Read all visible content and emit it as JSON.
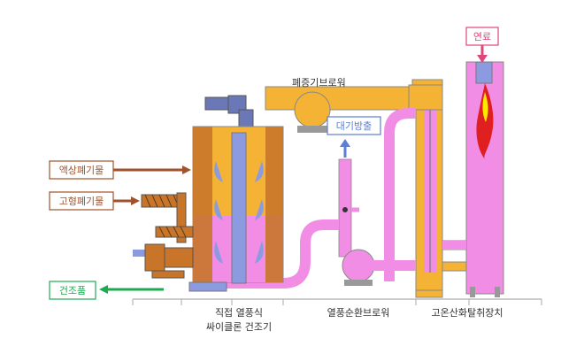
{
  "labels": {
    "fuel": "연료",
    "waste_gas_blower": "폐증기브로워",
    "exhaust": "대기방출",
    "liquid_waste": "액상폐기물",
    "solid_waste": "고형폐기물",
    "dried_product": "건조품",
    "dryer_line1": "직접 열풍식",
    "dryer_line2": "싸이클론 건조기",
    "hot_air_blower": "열풍순환브로워",
    "oxidizer": "고온산화탈취장치"
  },
  "colors": {
    "orange": "#F5B335",
    "orange_dark": "#C8752A",
    "pink": "#F28DE6",
    "blue": "#8C9BE0",
    "brown": "#A0522D",
    "green": "#1EAA50",
    "red_label": "#E0457A",
    "blue_label": "#5B7FD6",
    "flame_red": "#E02020",
    "flame_yellow": "#FFE800"
  }
}
